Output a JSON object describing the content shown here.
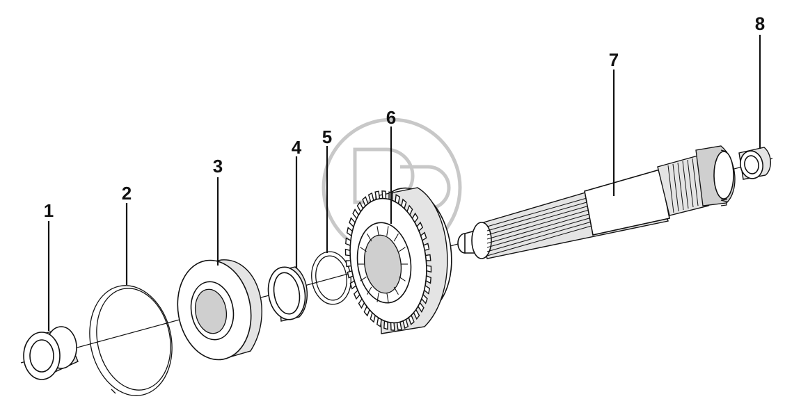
{
  "callouts": [
    {
      "id": "1",
      "text": "1"
    },
    {
      "id": "2",
      "text": "2"
    },
    {
      "id": "3",
      "text": "3"
    },
    {
      "id": "4",
      "text": "4"
    },
    {
      "id": "5",
      "text": "5"
    },
    {
      "id": "6",
      "text": "6"
    },
    {
      "id": "7",
      "text": "7"
    },
    {
      "id": "8",
      "text": "8"
    }
  ],
  "colors": {
    "line": "#111111",
    "background": "#ffffff",
    "watermark": "#c8c8c8"
  }
}
